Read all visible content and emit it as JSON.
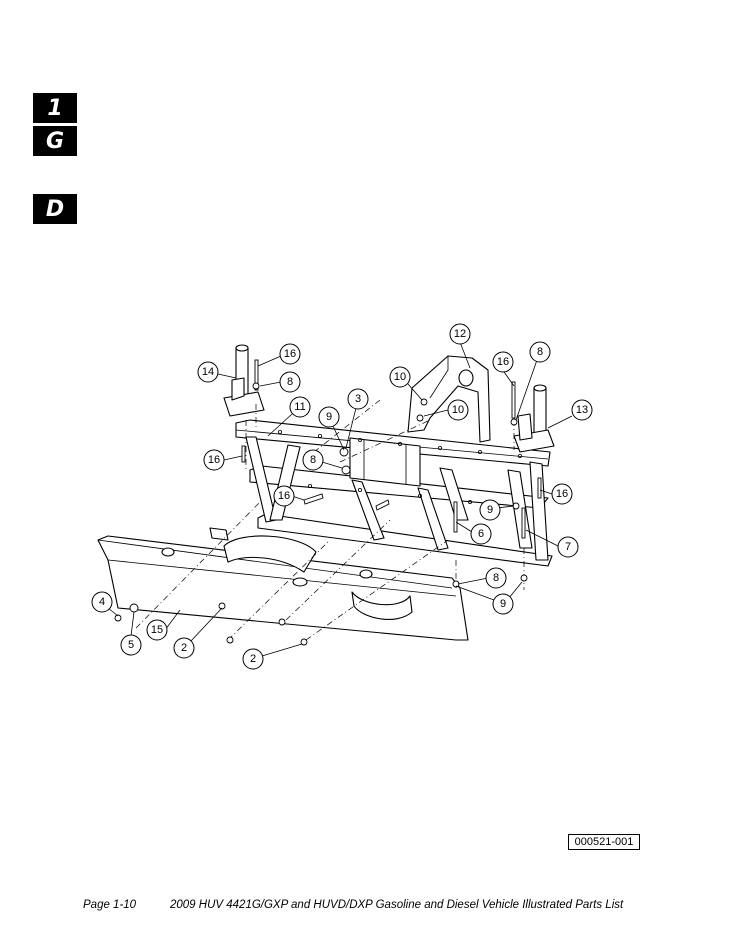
{
  "section_tabs": [
    "1",
    "G",
    "D"
  ],
  "callouts": [
    {
      "id": "c12",
      "label": "12"
    },
    {
      "id": "c16a",
      "label": "16"
    },
    {
      "id": "c8a",
      "label": "8"
    },
    {
      "id": "c16b",
      "label": "16"
    },
    {
      "id": "c8b",
      "label": "8"
    },
    {
      "id": "c14",
      "label": "14"
    },
    {
      "id": "c10a",
      "label": "10"
    },
    {
      "id": "c13",
      "label": "13"
    },
    {
      "id": "c3",
      "label": "3"
    },
    {
      "id": "c11",
      "label": "11"
    },
    {
      "id": "c9a",
      "label": "9"
    },
    {
      "id": "c10b",
      "label": "10"
    },
    {
      "id": "c16c",
      "label": "16"
    },
    {
      "id": "c8c",
      "label": "8"
    },
    {
      "id": "c16d",
      "label": "16"
    },
    {
      "id": "c16e",
      "label": "16"
    },
    {
      "id": "c9b",
      "label": "9"
    },
    {
      "id": "c6",
      "label": "6"
    },
    {
      "id": "c7",
      "label": "7"
    },
    {
      "id": "c8d",
      "label": "8"
    },
    {
      "id": "c9c",
      "label": "9"
    },
    {
      "id": "c4",
      "label": "4"
    },
    {
      "id": "c15",
      "label": "15"
    },
    {
      "id": "c5",
      "label": "5"
    },
    {
      "id": "c2a",
      "label": "2"
    },
    {
      "id": "c2b",
      "label": "2"
    }
  ],
  "drawing_number": "000521-001",
  "footer": {
    "page": "Page 1-10",
    "title": "2009 HUV 4421G/GXP and HUVD/DXP Gasoline and Diesel Vehicle Illustrated Parts List"
  }
}
